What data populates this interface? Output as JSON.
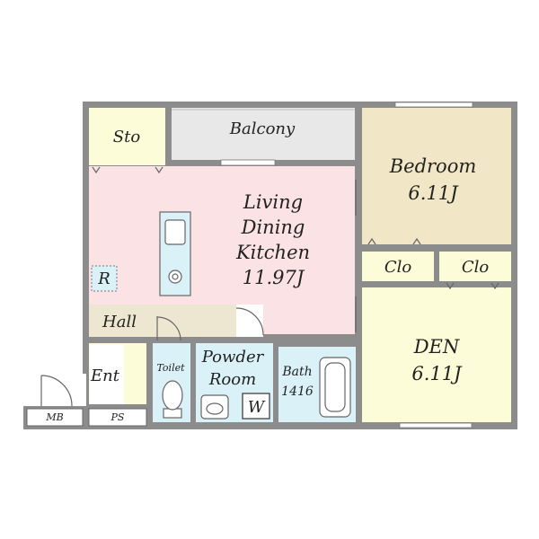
{
  "floor_plan": {
    "rooms": {
      "storage": "Sto",
      "balcony": "Balcony",
      "bedroom": {
        "name": "Bedroom",
        "size": "6.11J"
      },
      "ldk": {
        "lines": [
          "Living",
          "Dining",
          "Kitchen"
        ],
        "size": "11.97J"
      },
      "refrigerator": "R",
      "closet_left": "Clo",
      "closet_right": "Clo",
      "hall": "Hall",
      "entrance": "Ent",
      "toilet": "Toilet",
      "powder_room": [
        "Powder",
        "Room"
      ],
      "washer": "W",
      "bath": [
        "Bath",
        "1416"
      ],
      "den": {
        "name": "DEN",
        "size": "6.11J"
      },
      "meter_box": "MB",
      "pipe_space": "PS"
    },
    "colors": {
      "storage": "#fdfcd8",
      "balcony": "#e8e8e8",
      "bedroom": "#f1e6c5",
      "ldk": "#fbe3e5",
      "closet": "#fdfcd8",
      "hall": "#ede6d0",
      "entrance": "#fdfcd8",
      "wet_area": "#d9f1f7",
      "den": "#fdfcd8",
      "wall": "#8c8c8c"
    }
  }
}
